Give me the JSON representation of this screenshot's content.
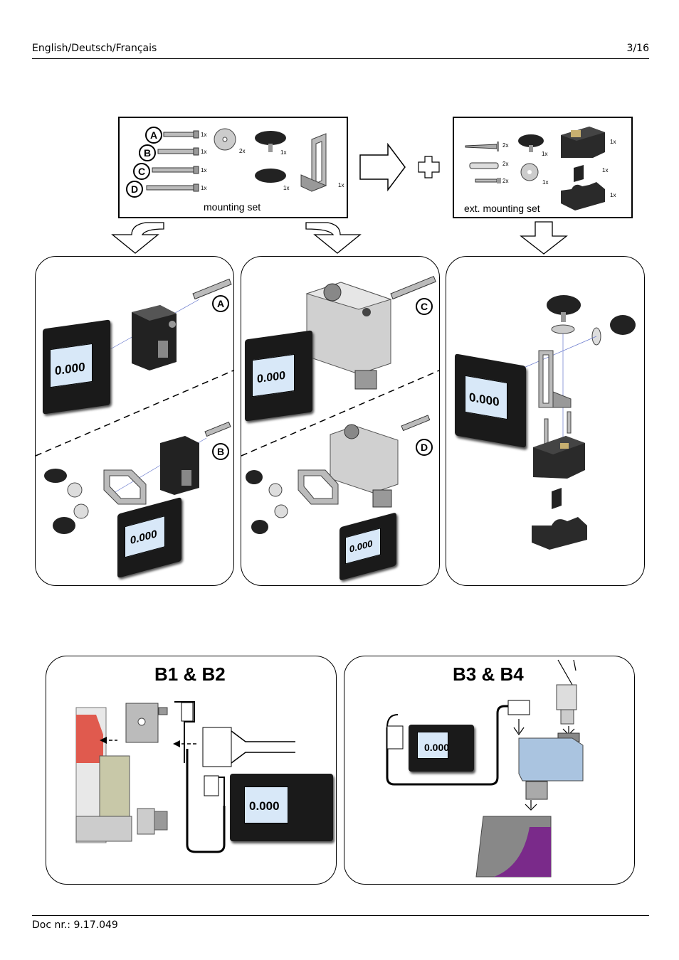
{
  "header": {
    "left": "English/Deutsch/Français",
    "right": "3/16"
  },
  "footer": {
    "doc": "Doc nr.: 9.17.049"
  },
  "mounting_set": {
    "caption": "mounting set",
    "letters": [
      "A",
      "B",
      "C",
      "D"
    ],
    "quantities": {
      "bolt": "1x",
      "washer": "2x",
      "knob": "1x",
      "bracket": "1x"
    }
  },
  "ext_mounting_set": {
    "caption": "ext. mounting set",
    "quantities": {
      "screw": "2x",
      "plug": "2x",
      "bolt": "2x",
      "knob": "1x",
      "washer": "1x",
      "block": "1x",
      "clip": "1x",
      "base": "1x"
    }
  },
  "panels": {
    "p1": {
      "labels": [
        "A",
        "B"
      ]
    },
    "p2": {
      "labels": [
        "C",
        "D"
      ]
    }
  },
  "device": {
    "reading": "0.000"
  },
  "bottom": {
    "left_title": "B1 & B2",
    "right_title": "B3 & B4"
  },
  "colors": {
    "line": "#000000",
    "metal": "#b8b8b8",
    "device_body": "#1a1a1a",
    "screen": "#d8e8f8"
  }
}
